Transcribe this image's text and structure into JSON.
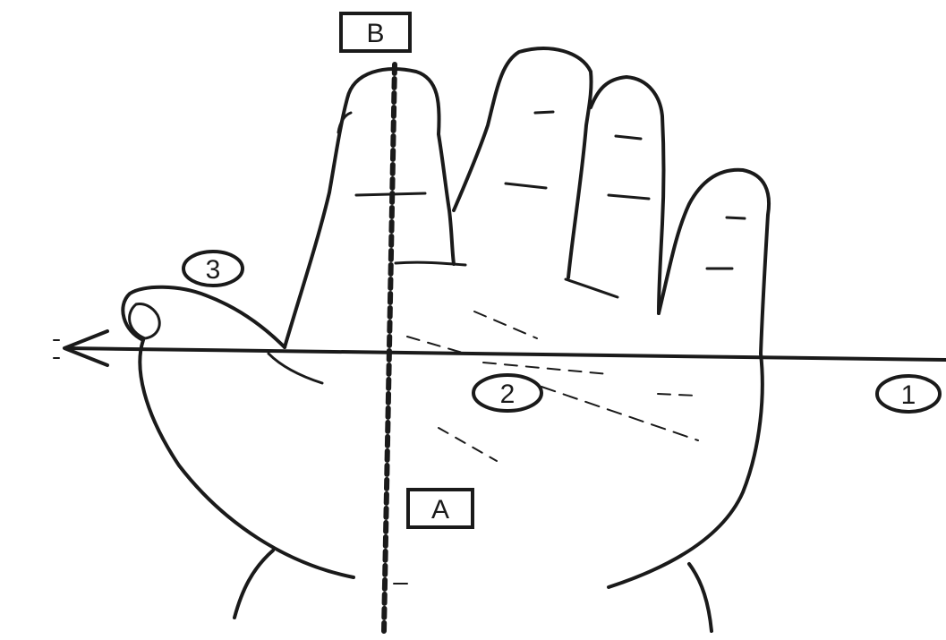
{
  "labels": {
    "box_top": "B",
    "box_bottom": "A",
    "circle_1": "1",
    "circle_2": "2",
    "circle_3": "3"
  },
  "colors": {
    "ink": "#1a1a1a",
    "background": "#ffffff"
  }
}
